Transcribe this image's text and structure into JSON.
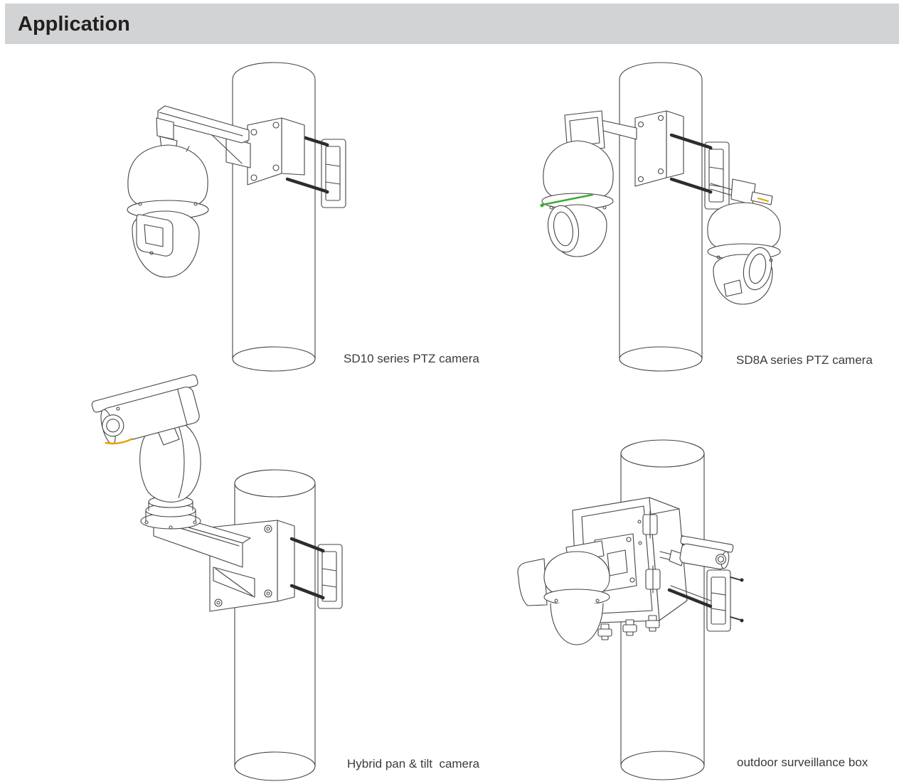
{
  "header": {
    "title": "Application"
  },
  "figures": [
    {
      "id": "sd10",
      "caption": "SD10 series PTZ camera"
    },
    {
      "id": "sd8a",
      "caption": "SD8A series PTZ camera"
    },
    {
      "id": "hybrid",
      "caption": "Hybrid pan & tilt  camera"
    },
    {
      "id": "box",
      "caption": "outdoor surveillance box"
    }
  ],
  "colors": {
    "header_bg": "#d1d3d4",
    "header_text": "#231f20",
    "caption_text": "#3b3b3b",
    "line_art": "#454545",
    "dark_rod": "#2d2d2d",
    "accent_green": "#3faa35",
    "accent_orange": "#e8a200"
  }
}
